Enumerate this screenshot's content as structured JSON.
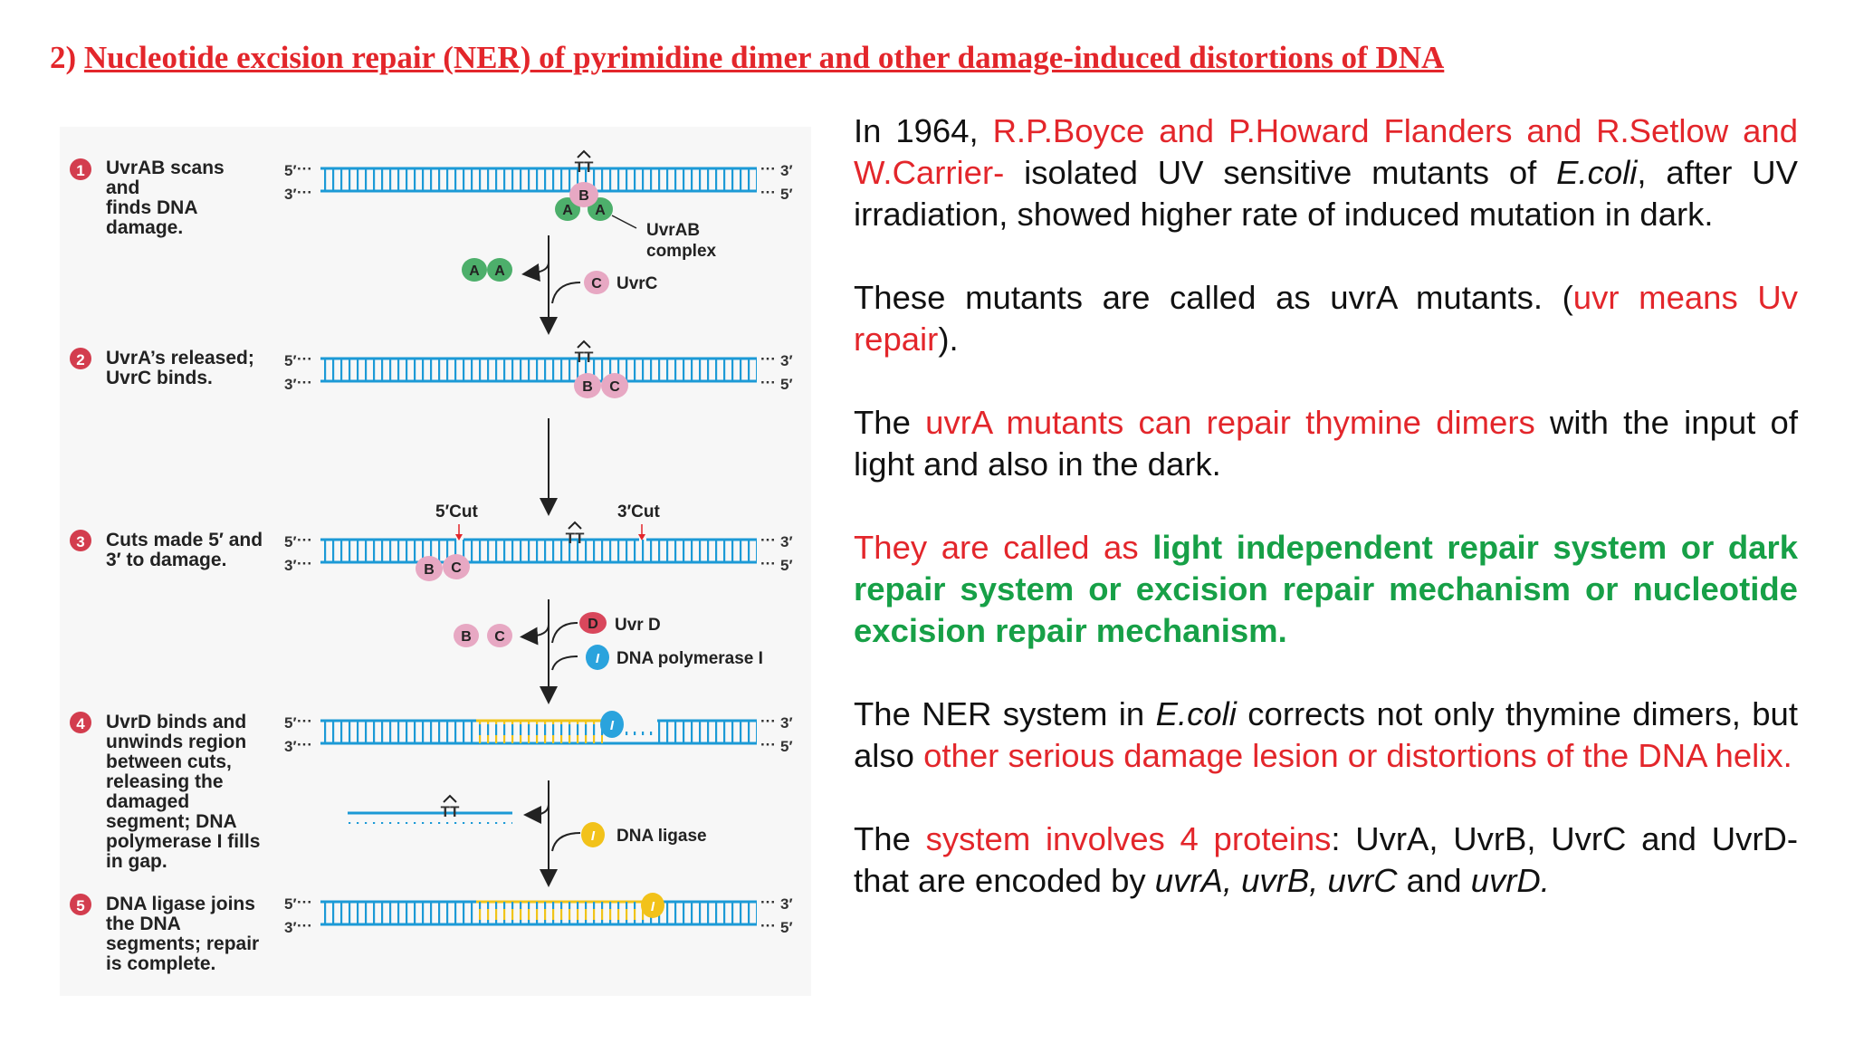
{
  "title": {
    "number": "2)",
    "text": "Nucleotide excision repair (NER) of pyrimidine dimer and other damage-induced distortions of DNA"
  },
  "colors": {
    "red": "#e3262b",
    "green": "#17a047",
    "dna_blue": "#1c9ad6",
    "repair_yellow": "#f0c419",
    "protein_green": "#4daf6b",
    "protein_pink": "#e7a8c3",
    "protein_red": "#d9475c",
    "polymerase_blue": "#2aa3dd",
    "ligase_yellow": "#f2c21a",
    "step_badge": "#d33d4e"
  },
  "diagram": {
    "steps": [
      {
        "num": "1",
        "lines": [
          "UvrAB scans",
          "and",
          "finds DNA",
          "damage."
        ]
      },
      {
        "num": "2",
        "lines": [
          "UvrA’s released;",
          "UvrC binds."
        ]
      },
      {
        "num": "3",
        "lines": [
          "Cuts made 5′ and",
          "3′ to damage."
        ]
      },
      {
        "num": "4",
        "lines": [
          "UvrD binds and",
          "unwinds region",
          "between cuts,",
          "releasing the",
          "damaged",
          "segment; DNA",
          "polymerase I fills",
          "in gap."
        ]
      },
      {
        "num": "5",
        "lines": [
          "DNA ligase joins",
          "the DNA",
          "segments; repair",
          "is complete."
        ]
      }
    ],
    "prime5": "5′",
    "prime3": "3′",
    "dots": "···",
    "dimer": "TT",
    "uvrab_complex": [
      "UvrAB",
      "complex"
    ],
    "uvrc_label": "UvrC",
    "uvrd_label": "Uvr D",
    "polymerase_label": "DNA polymerase I",
    "ligase_label": "DNA ligase",
    "cut5_label": "5′Cut",
    "cut3_label": "3′Cut",
    "letter_a": "A",
    "letter_b": "B",
    "letter_c": "C",
    "letter_d": "D",
    "icon_i": "I"
  },
  "text": {
    "p1_a": "In 1964, ",
    "p1_b": "R.P.Boyce and P.Howard Flanders and R.Setlow and W.Carrier-",
    "p1_c": " isolated UV sensitive mutants of ",
    "p1_d": "E.coli",
    "p1_e": ", after UV irradiation, showed higher rate of induced mutation in dark.",
    "p2_a": "These mutants are called as uvrA mutants. (",
    "p2_b": "uvr means Uv repair",
    "p2_c": ").",
    "p3_a": "The ",
    "p3_b": "uvrA mutants can repair thymine dimers",
    "p3_c": " with the input of light and also in the dark.",
    "p4_a": "They are called as ",
    "p4_b": "light independent repair system or dark repair system or excision repair mechanism or nucleotide excision repair mechanism.",
    "p5_a": "The NER system in ",
    "p5_b": "E.coli",
    "p5_c": " corrects not only thymine dimers, but also ",
    "p5_d": "other serious damage lesion or distortions of the DNA helix.",
    "p6_a": "The ",
    "p6_b": "system involves 4 proteins",
    "p6_c": ": UvrA, UvrB, UvrC and UvrD- that are encoded by ",
    "p6_d": "uvrA, uvrB, uvrC",
    "p6_e": " and ",
    "p6_f": "uvrD."
  }
}
